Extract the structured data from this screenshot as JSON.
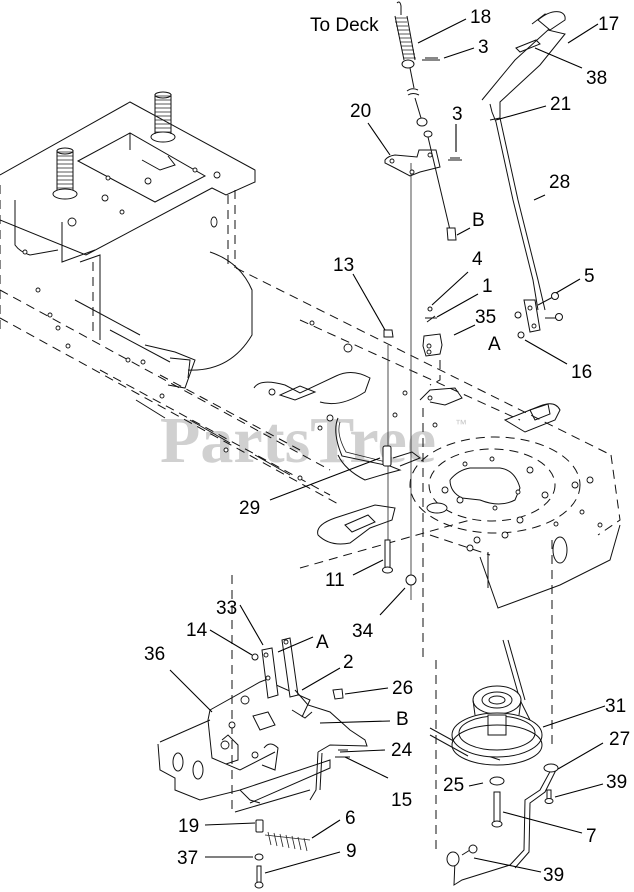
{
  "diagram": {
    "watermark": "PartsTree",
    "watermark_tm": "™",
    "note_to_deck": "To Deck",
    "reference_letters": {
      "A": "A",
      "B": "B"
    },
    "callouts": [
      {
        "id": "c18",
        "label": "18",
        "part": "deck-lift-cable-spring"
      },
      {
        "id": "c17",
        "label": "17",
        "part": "handle-grip"
      },
      {
        "id": "c3a",
        "label": "3",
        "part": "cotter-pin-upper"
      },
      {
        "id": "c38",
        "label": "38",
        "part": "decal"
      },
      {
        "id": "c21",
        "label": "21",
        "part": "handle-collar"
      },
      {
        "id": "c20",
        "label": "20",
        "part": "cable-bracket"
      },
      {
        "id": "c3b",
        "label": "3",
        "part": "cotter-pin-lower"
      },
      {
        "id": "c28",
        "label": "28",
        "part": "lift-lever-handle"
      },
      {
        "id": "cB1",
        "label": "B",
        "part": "reference-b-upper"
      },
      {
        "id": "c13",
        "label": "13",
        "part": "nut"
      },
      {
        "id": "c4",
        "label": "4",
        "part": "screw"
      },
      {
        "id": "c1",
        "label": "1",
        "part": "clip"
      },
      {
        "id": "c5",
        "label": "5",
        "part": "bolt"
      },
      {
        "id": "c35",
        "label": "35",
        "part": "switch"
      },
      {
        "id": "cA1",
        "label": "A",
        "part": "reference-a-upper"
      },
      {
        "id": "c16",
        "label": "16",
        "part": "locknut"
      },
      {
        "id": "c29",
        "label": "29",
        "part": "spacer"
      },
      {
        "id": "c11",
        "label": "11",
        "part": "bolt-long"
      },
      {
        "id": "c34",
        "label": "34",
        "part": "flange-nut"
      },
      {
        "id": "c33",
        "label": "33",
        "part": "link-plate"
      },
      {
        "id": "c14",
        "label": "14",
        "part": "nut-small"
      },
      {
        "id": "cA2",
        "label": "A",
        "part": "reference-a-lower"
      },
      {
        "id": "c36",
        "label": "36",
        "part": "mounting-bracket"
      },
      {
        "id": "c2",
        "label": "2",
        "part": "lift-arm"
      },
      {
        "id": "c26",
        "label": "26",
        "part": "bushing"
      },
      {
        "id": "cB2",
        "label": "B",
        "part": "reference-b-lower"
      },
      {
        "id": "c24",
        "label": "24",
        "part": "pin"
      },
      {
        "id": "c15",
        "label": "15",
        "part": "cotter-pin"
      },
      {
        "id": "c19",
        "label": "19",
        "part": "spacer-small"
      },
      {
        "id": "c6",
        "label": "6",
        "part": "extension-spring"
      },
      {
        "id": "c37",
        "label": "37",
        "part": "washer"
      },
      {
        "id": "c9",
        "label": "9",
        "part": "shoulder-bolt"
      },
      {
        "id": "c31",
        "label": "31",
        "part": "idler-pulley"
      },
      {
        "id": "c27",
        "label": "27",
        "part": "idler-arm"
      },
      {
        "id": "c39a",
        "label": "39",
        "part": "bolt-upper"
      },
      {
        "id": "c25",
        "label": "25",
        "part": "washer-pulley"
      },
      {
        "id": "c7",
        "label": "7",
        "part": "pulley-bolt"
      },
      {
        "id": "c39b",
        "label": "39",
        "part": "bolt-lower"
      }
    ]
  }
}
